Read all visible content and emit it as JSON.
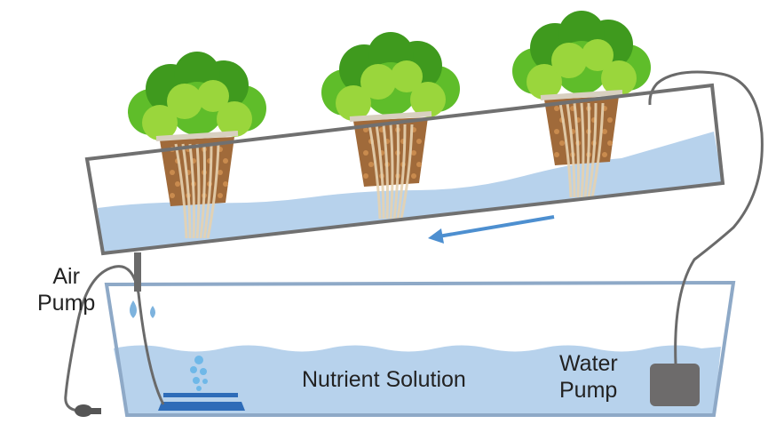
{
  "labels": {
    "air_pump": [
      "Air",
      "Pump"
    ],
    "nutrient_solution": "Nutrient Solution",
    "water_pump": [
      "Water",
      "Pump"
    ]
  },
  "colors": {
    "water": "#b7d2ec",
    "frame": "#707070",
    "tube": "#6a6a6a",
    "pump": "#6d6b6b",
    "flow_arrow": "#4d8fd0",
    "air_stone": "#2e6cb8",
    "bubble": "#6fb8e8",
    "leaf_dark": "#3f9a1e",
    "leaf_mid": "#5fbd2a",
    "leaf_light": "#9ad63c",
    "cup": "#a06a3a"
  },
  "components": [
    "air-pump",
    "nutrient-reservoir",
    "water-pump",
    "grow-channel",
    "plant",
    "flow-arrow",
    "air-stone"
  ],
  "plant_count": 3
}
